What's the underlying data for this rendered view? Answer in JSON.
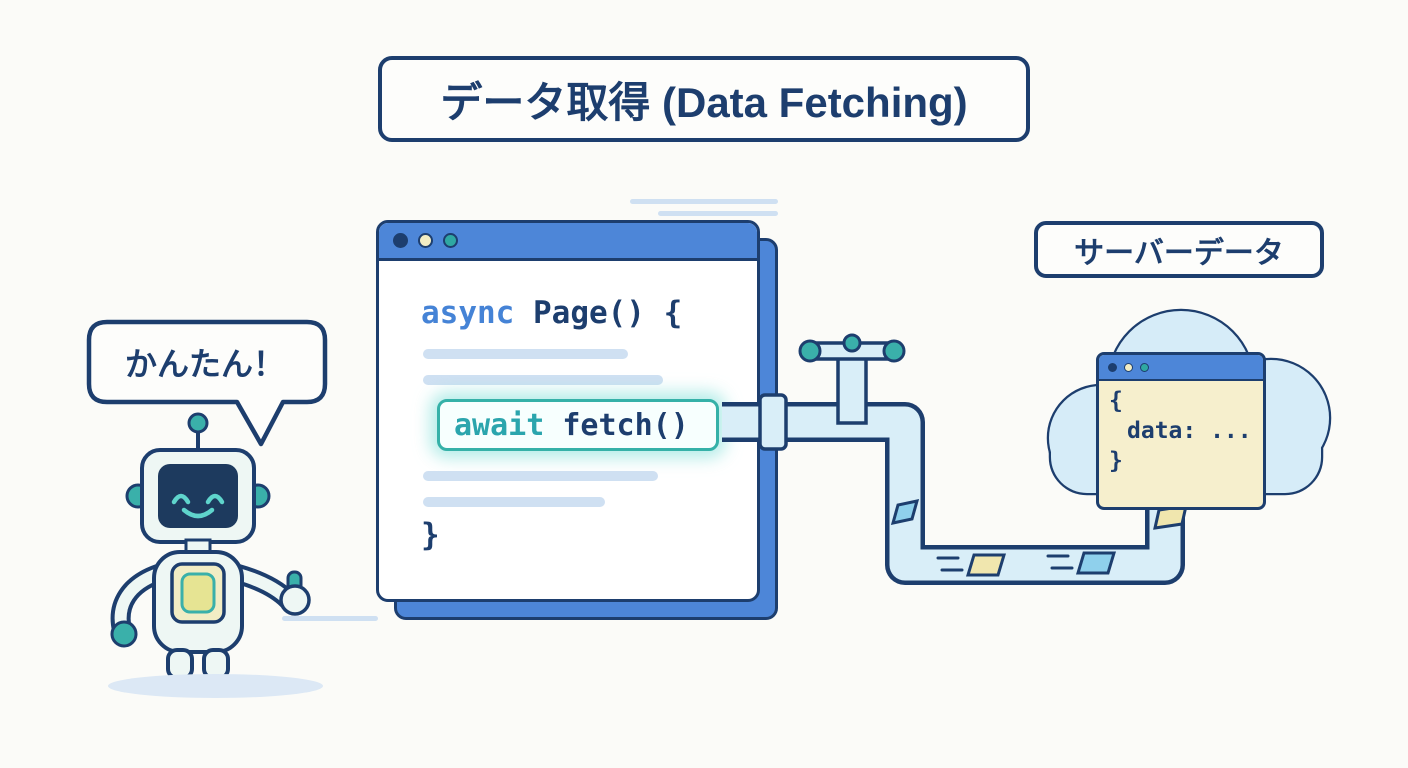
{
  "title": {
    "label": "データ取得 (Data Fetching)"
  },
  "robot": {
    "speech": "かんたん！"
  },
  "browser_window": {
    "window_dots": [
      "navy",
      "cream",
      "teal"
    ],
    "code": {
      "line1_keyword": "async",
      "line1_rest": " Page() {",
      "await_keyword": "await",
      "await_rest": " fetch()",
      "closing_brace": "}"
    }
  },
  "server": {
    "label": "サーバーデータ",
    "window_dots": [
      "navy",
      "cream",
      "teal"
    ],
    "window": {
      "line_open": "{",
      "line_data": "data: ...",
      "line_close": "}"
    }
  },
  "colors": {
    "navy": "#1d3e6e",
    "blue": "#4d86d8",
    "teal": "#2fa8a2",
    "highlight_teal": "#35b1a8",
    "light_blue_pipe": "#d9eef8",
    "placeholder_blue": "#cfe0f2",
    "cream": "#f6efcd",
    "packet_yellow": "#f0e6ae",
    "packet_blue": "#8fd0ec",
    "cloud_blue": "#d6ecf8",
    "background": "#fbfbf8"
  }
}
